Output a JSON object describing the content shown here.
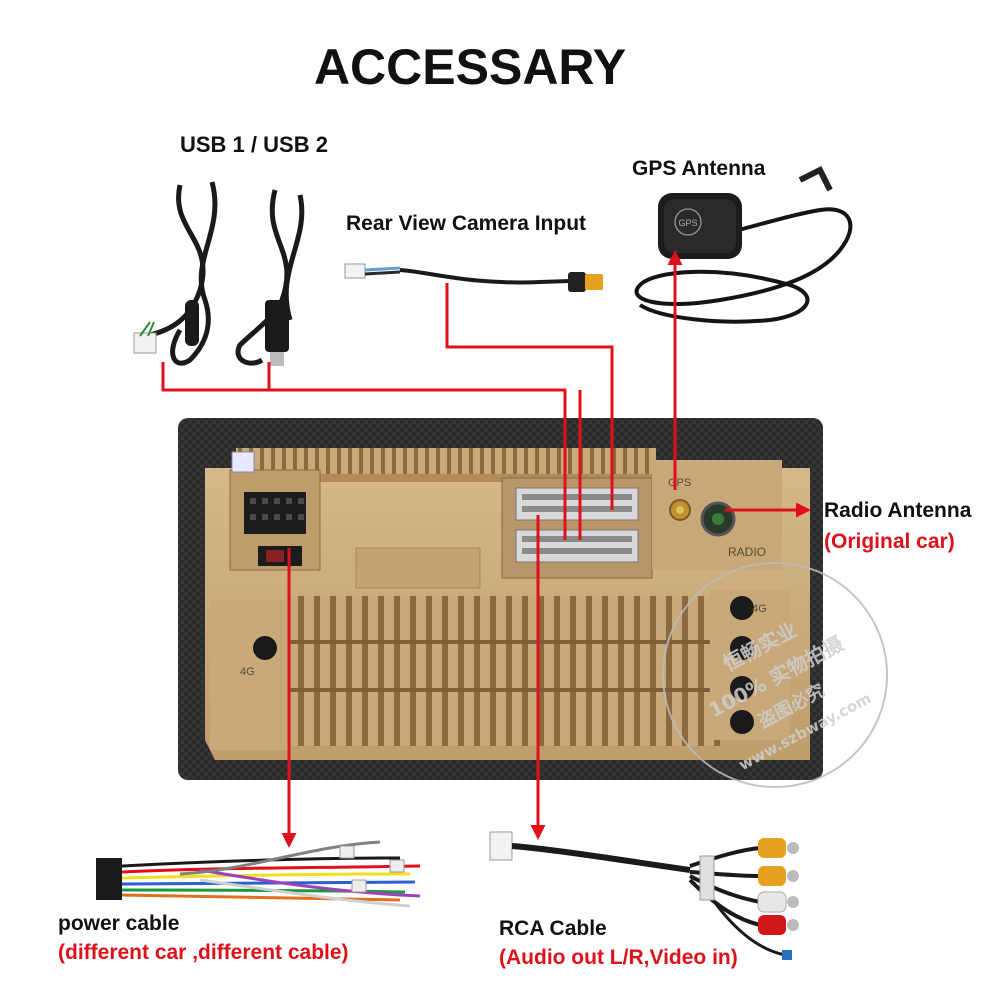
{
  "title": "ACCESSARY",
  "labels": {
    "usb": "USB 1 / USB 2",
    "gps": "GPS Antenna",
    "rear_camera": "Rear View Camera Input",
    "radio_antenna": "Radio Antenna",
    "radio_antenna_note": "(Original car)",
    "power_cable": "power cable",
    "power_cable_note": "(different car ,different cable)",
    "rca_cable": "RCA Cable",
    "rca_cable_note": "(Audio out L/R,Video in)"
  },
  "unit_markings": {
    "gps_port": "GPS",
    "radio_port": "RADIO",
    "port_4g_left": "4G",
    "port_4g_right": "4G"
  },
  "gps_box_text": "GPS",
  "watermark": {
    "line1": "恒畅实业",
    "line2": "100% 实物拍摄",
    "line3": "盗图必究",
    "url": "www.szbway.com"
  },
  "colors": {
    "arrow_red": "#e0101a",
    "wire_red": "#e0101a",
    "unit_gold": "#c8a878",
    "unit_frame": "#2a2a2a",
    "rca_yellow": "#e8a020",
    "rca_red": "#d01818",
    "rca_white": "#e8e8e8"
  }
}
